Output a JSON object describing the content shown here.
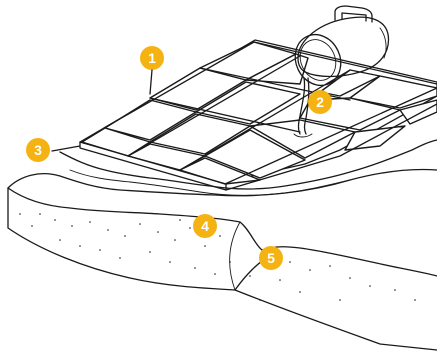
{
  "callouts": [
    {
      "number": "1"
    },
    {
      "number": "2"
    },
    {
      "number": "3"
    },
    {
      "number": "4"
    },
    {
      "number": "5"
    }
  ],
  "colors": {
    "callout": "#F4B312",
    "ink": "#1a1a1a",
    "background": "#ffffff"
  }
}
